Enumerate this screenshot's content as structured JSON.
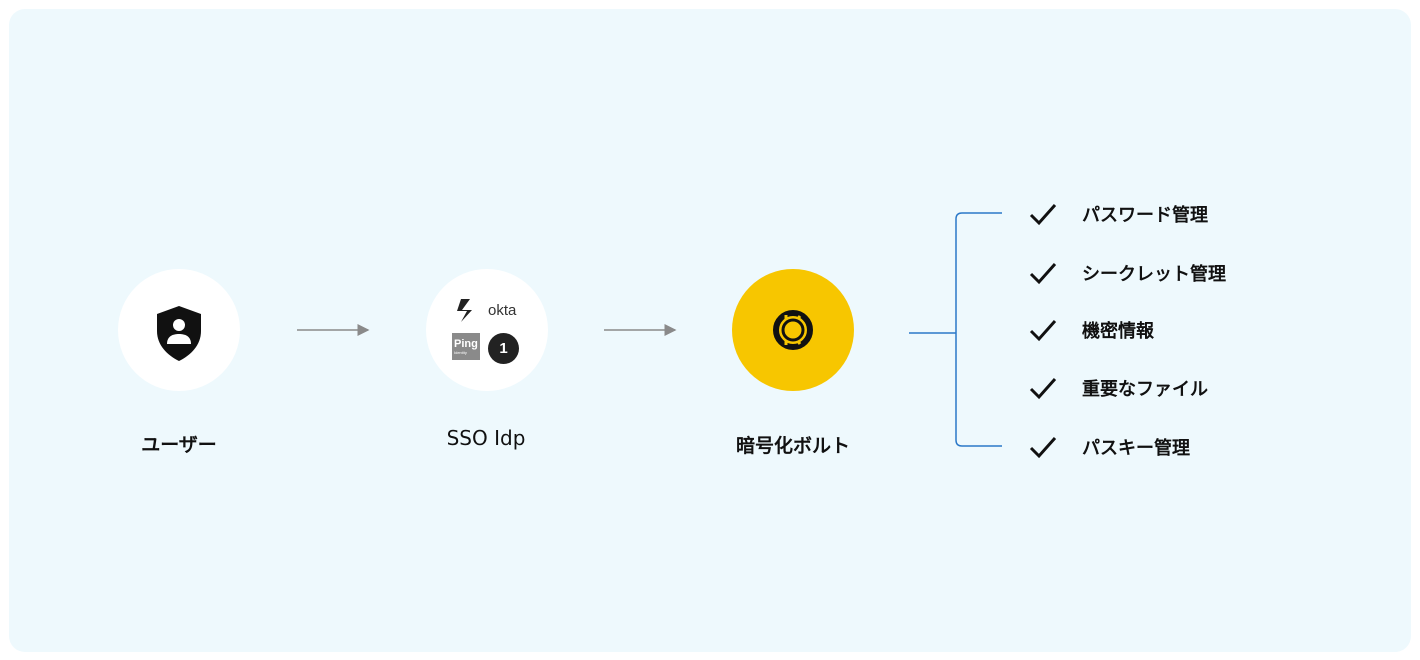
{
  "nodes": {
    "user": {
      "label": "ユーザー"
    },
    "sso": {
      "label": "SSO Idp",
      "logos": {
        "okta": "okta",
        "ping": "Ping",
        "ping_sub": "Identity",
        "one": "1"
      }
    },
    "vault": {
      "label": "暗号化ボルト"
    }
  },
  "features": [
    {
      "label": "パスワード管理"
    },
    {
      "label": "シークレット管理"
    },
    {
      "label": "機密情報"
    },
    {
      "label": "重要なファイル"
    },
    {
      "label": "パスキー管理"
    }
  ],
  "colors": {
    "panel_bg": "#eef9fd",
    "vault_accent": "#f7c600",
    "bracket": "#2a78c8",
    "arrow": "#8a8a8a"
  },
  "icons": {
    "user": "shield-user-icon",
    "vault": "keeper-logo-icon",
    "feature": "checkmark-icon"
  }
}
